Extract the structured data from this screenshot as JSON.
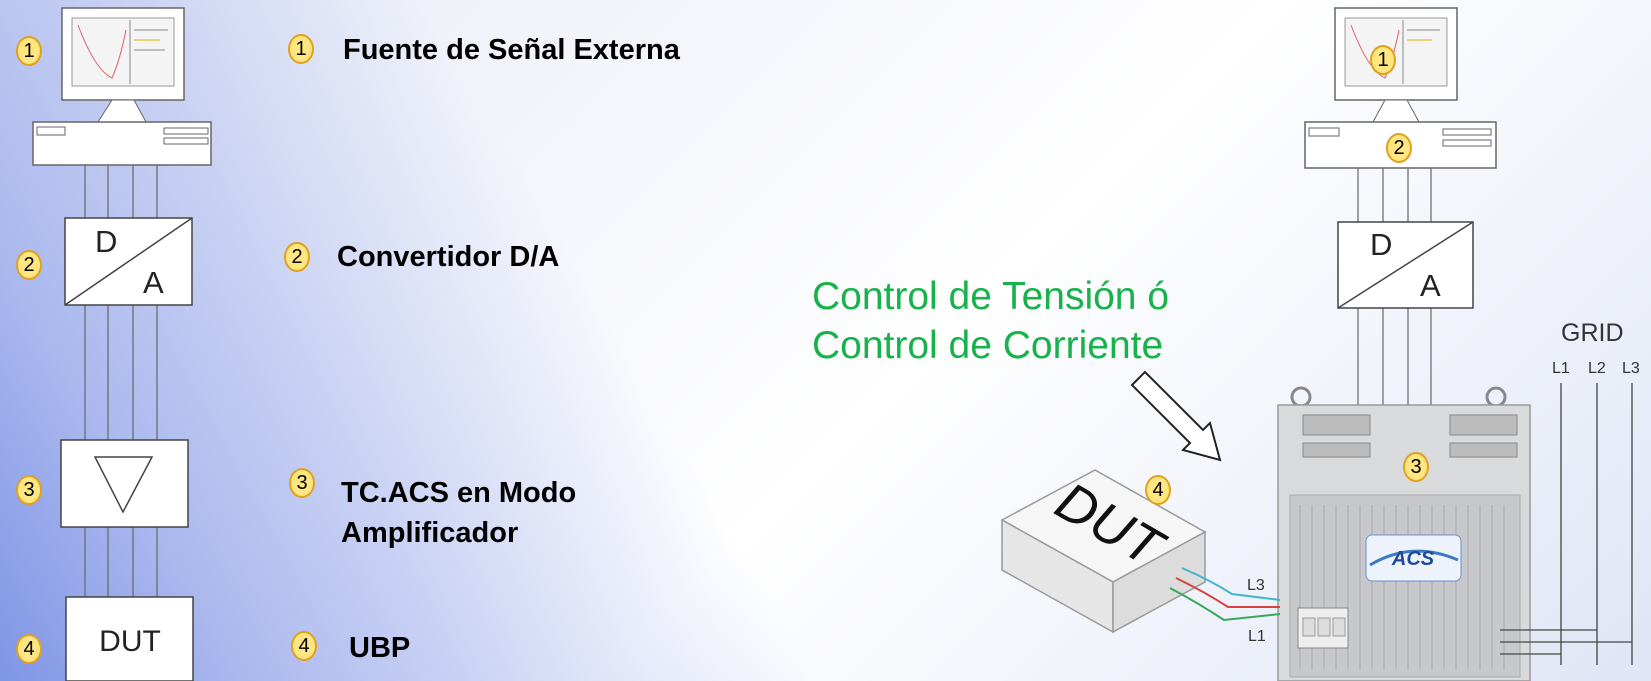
{
  "legend": [
    {
      "num": "1",
      "label": "Fuente de Señal Externa"
    },
    {
      "num": "2",
      "label": "Convertidor D/A"
    },
    {
      "num": "3",
      "label": "TC.ACS en Modo",
      "label2": "Amplificador"
    },
    {
      "num": "4",
      "label": "UBP"
    }
  ],
  "left_blocks": {
    "da_top": "D",
    "da_bottom": "A",
    "dut": "DUT"
  },
  "right": {
    "control_line1": "Control de Tensión ó",
    "control_line2": "Control de Corriente",
    "grid_title": "GRID",
    "grid_phases": [
      "L1",
      "L2",
      "L3"
    ],
    "da_top": "D",
    "da_bottom": "A",
    "dut_text": "DUT",
    "acs_logo": "ACS",
    "cable_l3": "L3",
    "cable_l1": "L1",
    "badges": [
      "1",
      "2",
      "3",
      "4"
    ]
  },
  "colors": {
    "accent_green": "#18b24b",
    "badge_fill": "#ffe680",
    "badge_border": "#e0a020"
  }
}
